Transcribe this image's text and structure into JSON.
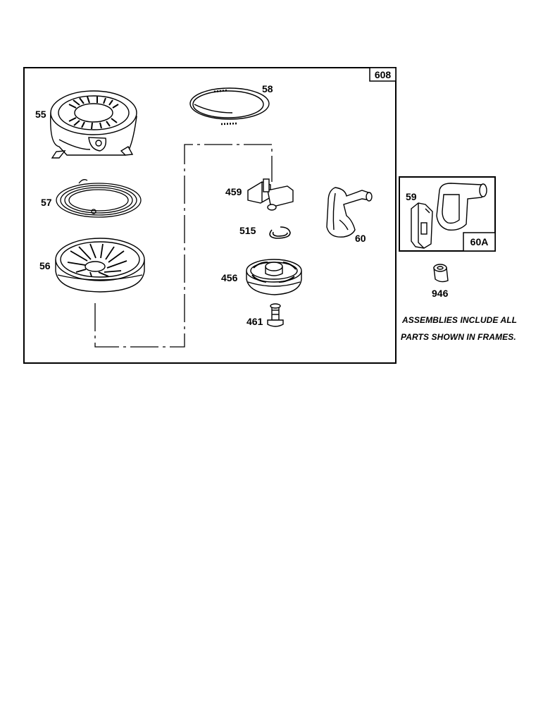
{
  "frames": {
    "main": {
      "assembly_number": "608"
    },
    "handle_assembly": {
      "assembly_number": "60A"
    }
  },
  "parts": [
    {
      "number": "55",
      "part": "rewind-housing"
    },
    {
      "number": "58",
      "part": "rope"
    },
    {
      "number": "57",
      "part": "rewind-spring"
    },
    {
      "number": "56",
      "part": "pulley"
    },
    {
      "number": "459",
      "part": "pawl"
    },
    {
      "number": "515",
      "part": "retaining-ring"
    },
    {
      "number": "456",
      "part": "starter-cup"
    },
    {
      "number": "461",
      "part": "screw"
    },
    {
      "number": "60",
      "part": "handle"
    },
    {
      "number": "59",
      "part": "insert"
    },
    {
      "number": "946",
      "part": "bushing"
    }
  ],
  "note": {
    "line1": "ASSEMBLIES INCLUDE ALL",
    "line2": "PARTS SHOWN IN FRAMES."
  },
  "colors": {
    "ink": "#000000",
    "paper": "#ffffff"
  }
}
